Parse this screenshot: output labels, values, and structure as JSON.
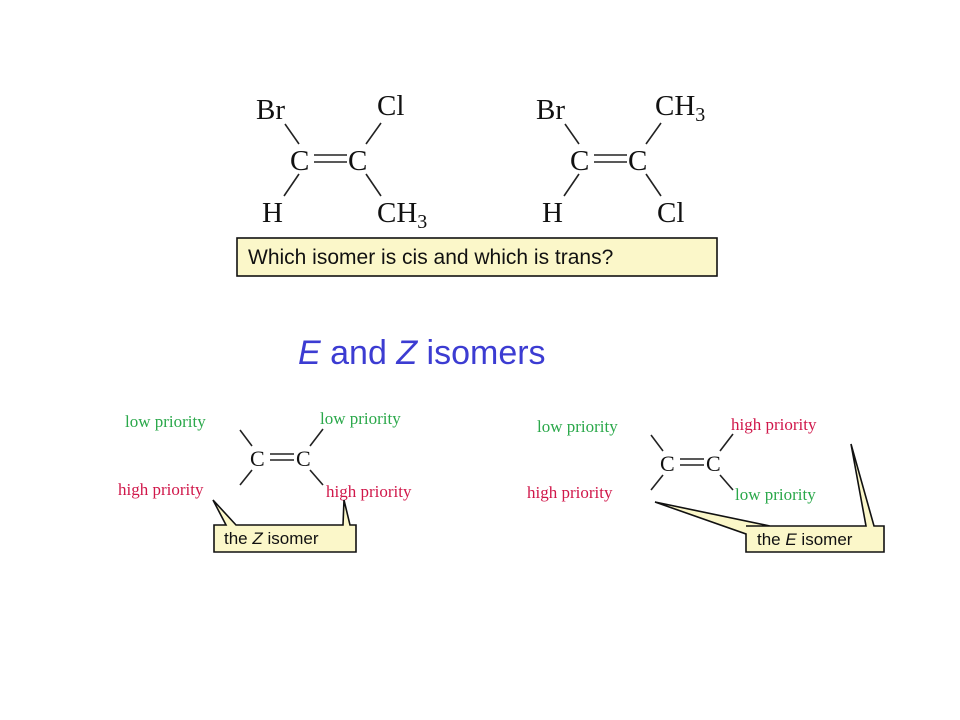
{
  "molecule_1": {
    "top_left": "Br",
    "top_right": "Cl",
    "bottom_left": "H",
    "bottom_right": "CH",
    "bottom_right_sub": "3",
    "carbon_left": "C",
    "carbon_right": "C"
  },
  "molecule_2": {
    "top_left": "Br",
    "top_right": "CH",
    "top_right_sub": "3",
    "bottom_left": "H",
    "bottom_right": "Cl",
    "carbon_left": "C",
    "carbon_right": "C"
  },
  "question": "Which isomer is cis and which is trans?",
  "section_title": {
    "e": "E",
    "and": " and ",
    "z": "Z",
    "rest": " isomers"
  },
  "z_diagram": {
    "top_left": "low priority",
    "top_right": "low priority",
    "bottom_left": "high priority",
    "bottom_right": "high priority",
    "carbon_left": "C",
    "carbon_right": "C",
    "label_prefix": "the ",
    "label_letter": "Z",
    "label_suffix": " isomer"
  },
  "e_diagram": {
    "top_left": "low priority",
    "top_right": "high priority",
    "bottom_left": "high priority",
    "bottom_right": "low priority",
    "carbon_left": "C",
    "carbon_right": "C",
    "label_prefix": "the ",
    "label_letter": "E",
    "label_suffix": " isomer"
  },
  "colors": {
    "title": "#3c3cd2",
    "low_priority": "#2aa84a",
    "high_priority": "#d0174a",
    "callout_fill": "#fbf7c9"
  }
}
